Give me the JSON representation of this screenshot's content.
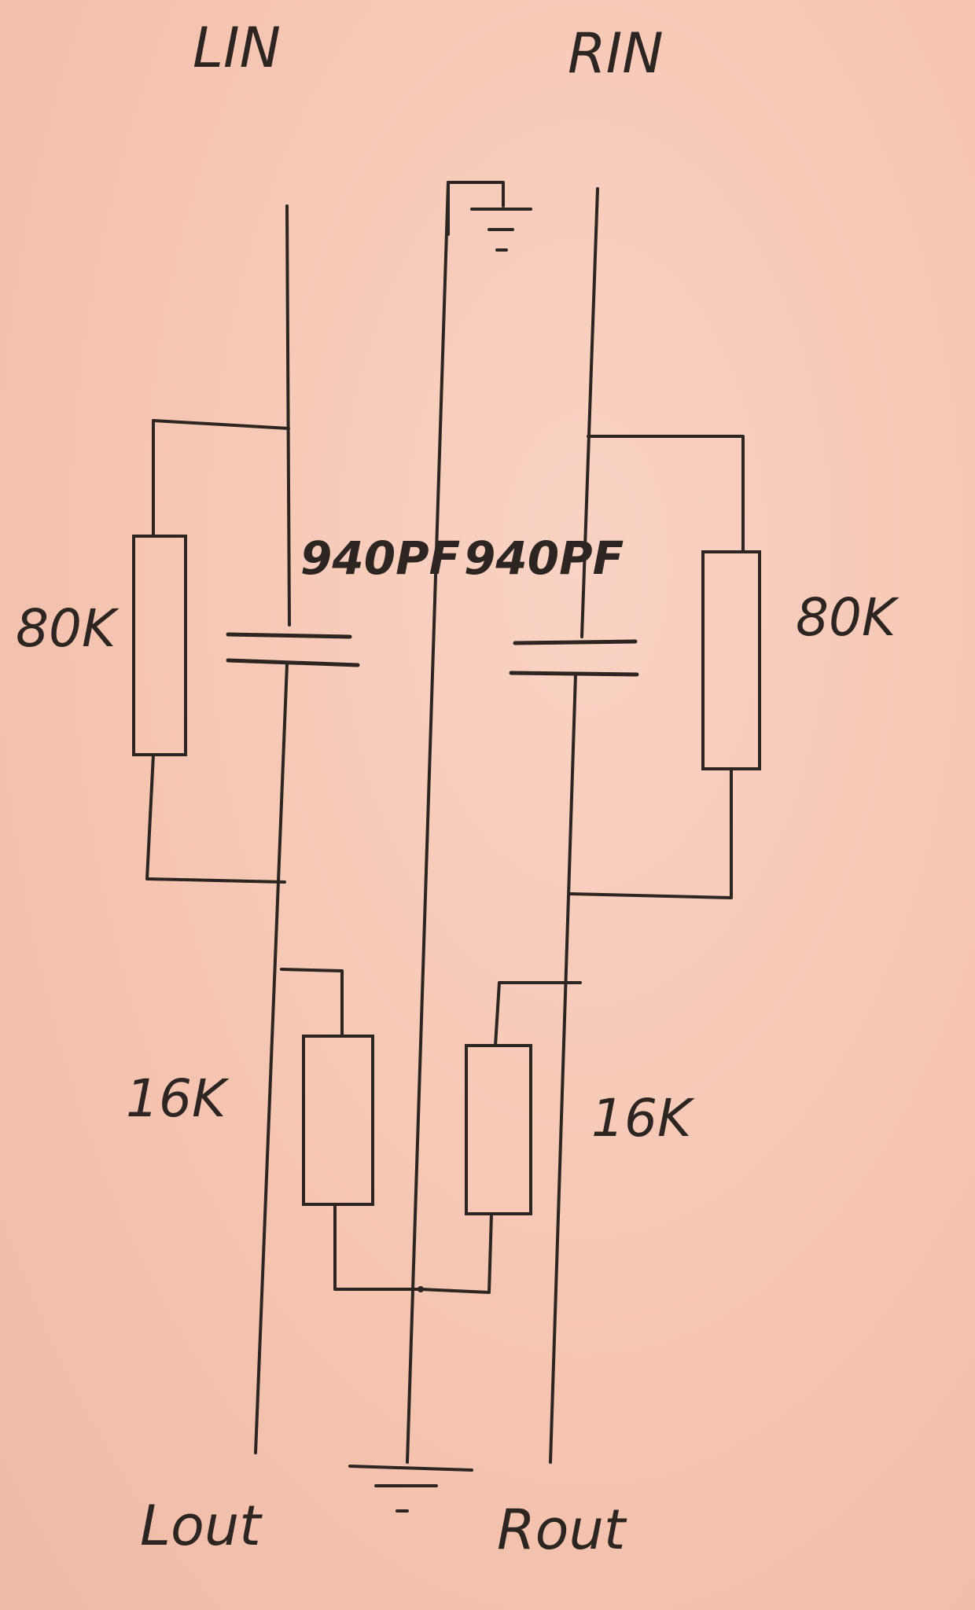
{
  "labels": {
    "left_input": "LIN",
    "right_input": "RIN",
    "left_output": "Lout",
    "right_output": "Rout"
  },
  "components": {
    "left_series_resistor": "80K",
    "right_series_resistor": "80K",
    "left_capacitor": "940PF",
    "right_capacitor": "940PF",
    "left_shunt_resistor": "16K",
    "right_shunt_resistor": "16K"
  },
  "symbols": {
    "ground_top": "ground-icon",
    "ground_bottom": "ground-icon"
  }
}
